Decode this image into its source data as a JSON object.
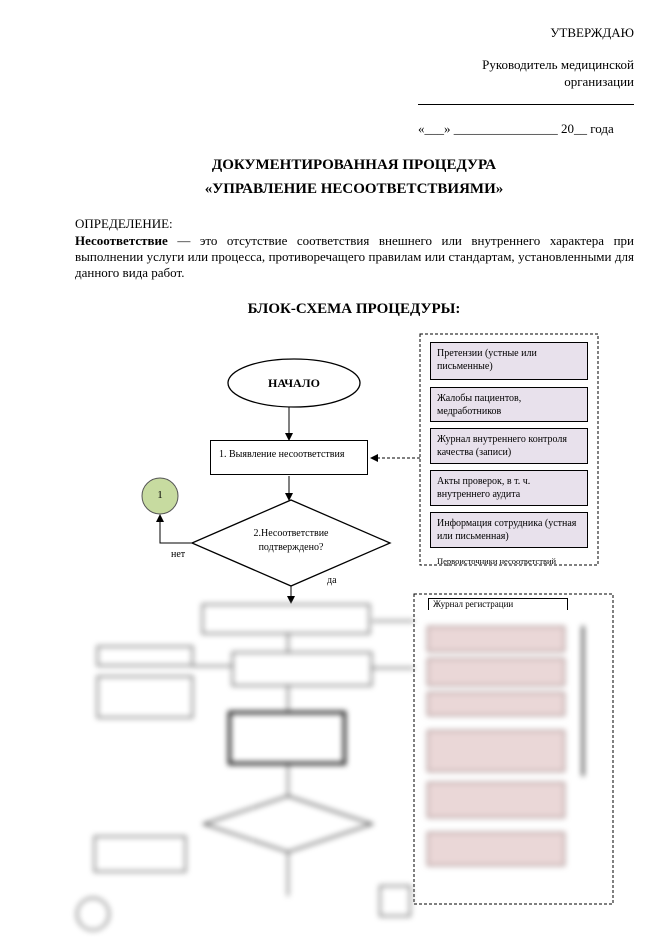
{
  "approval": {
    "title": "УТВЕРЖДАЮ",
    "position_line1": "Руководитель медицинской",
    "position_line2": "организации",
    "date_prefix": "«___»",
    "date_middle": "________________ 20__",
    "date_suffix": "года"
  },
  "document": {
    "title_line1": "ДОКУМЕНТИРОВАННАЯ ПРОЦЕДУРА",
    "title_line2": "«УПРАВЛЕНИЕ НЕСООТВЕТСТВИЯМИ»"
  },
  "definition": {
    "heading": "ОПРЕДЕЛЕНИЕ:",
    "term": "Несоответствие",
    "text": " — это отсутствие соответствия внешнего или внутреннего характера при выполнении услуги или процесса, противоречащего правилам или стандартам, установленными для данного вида работ."
  },
  "flowchart": {
    "heading": "БЛОК-СХЕМА ПРОЦЕДУРЫ:",
    "start_label": "НАЧАЛО",
    "step1": "1. Выявление несоответствия",
    "connector1": "1",
    "decision2_line1": "2.Несоответствие",
    "decision2_line2": "подтверждено?",
    "no_label": "нет",
    "yes_label": "да",
    "sources_caption": "Первоисточники несоответствий",
    "sources": [
      "Претензии (устные или письменные)",
      "Жалобы пациентов, медработников",
      "Журнал внутреннего контроля качества (записи)",
      "Акты проверок, в т. ч. внутреннего аудита",
      "Информация сотрудника (устная или письменная)"
    ],
    "register_label": "Журнал регистрации"
  },
  "colors": {
    "source_fill": "#e8e1ec",
    "connector_fill": "#c7dba0",
    "register_fill": "#ead7d7"
  }
}
